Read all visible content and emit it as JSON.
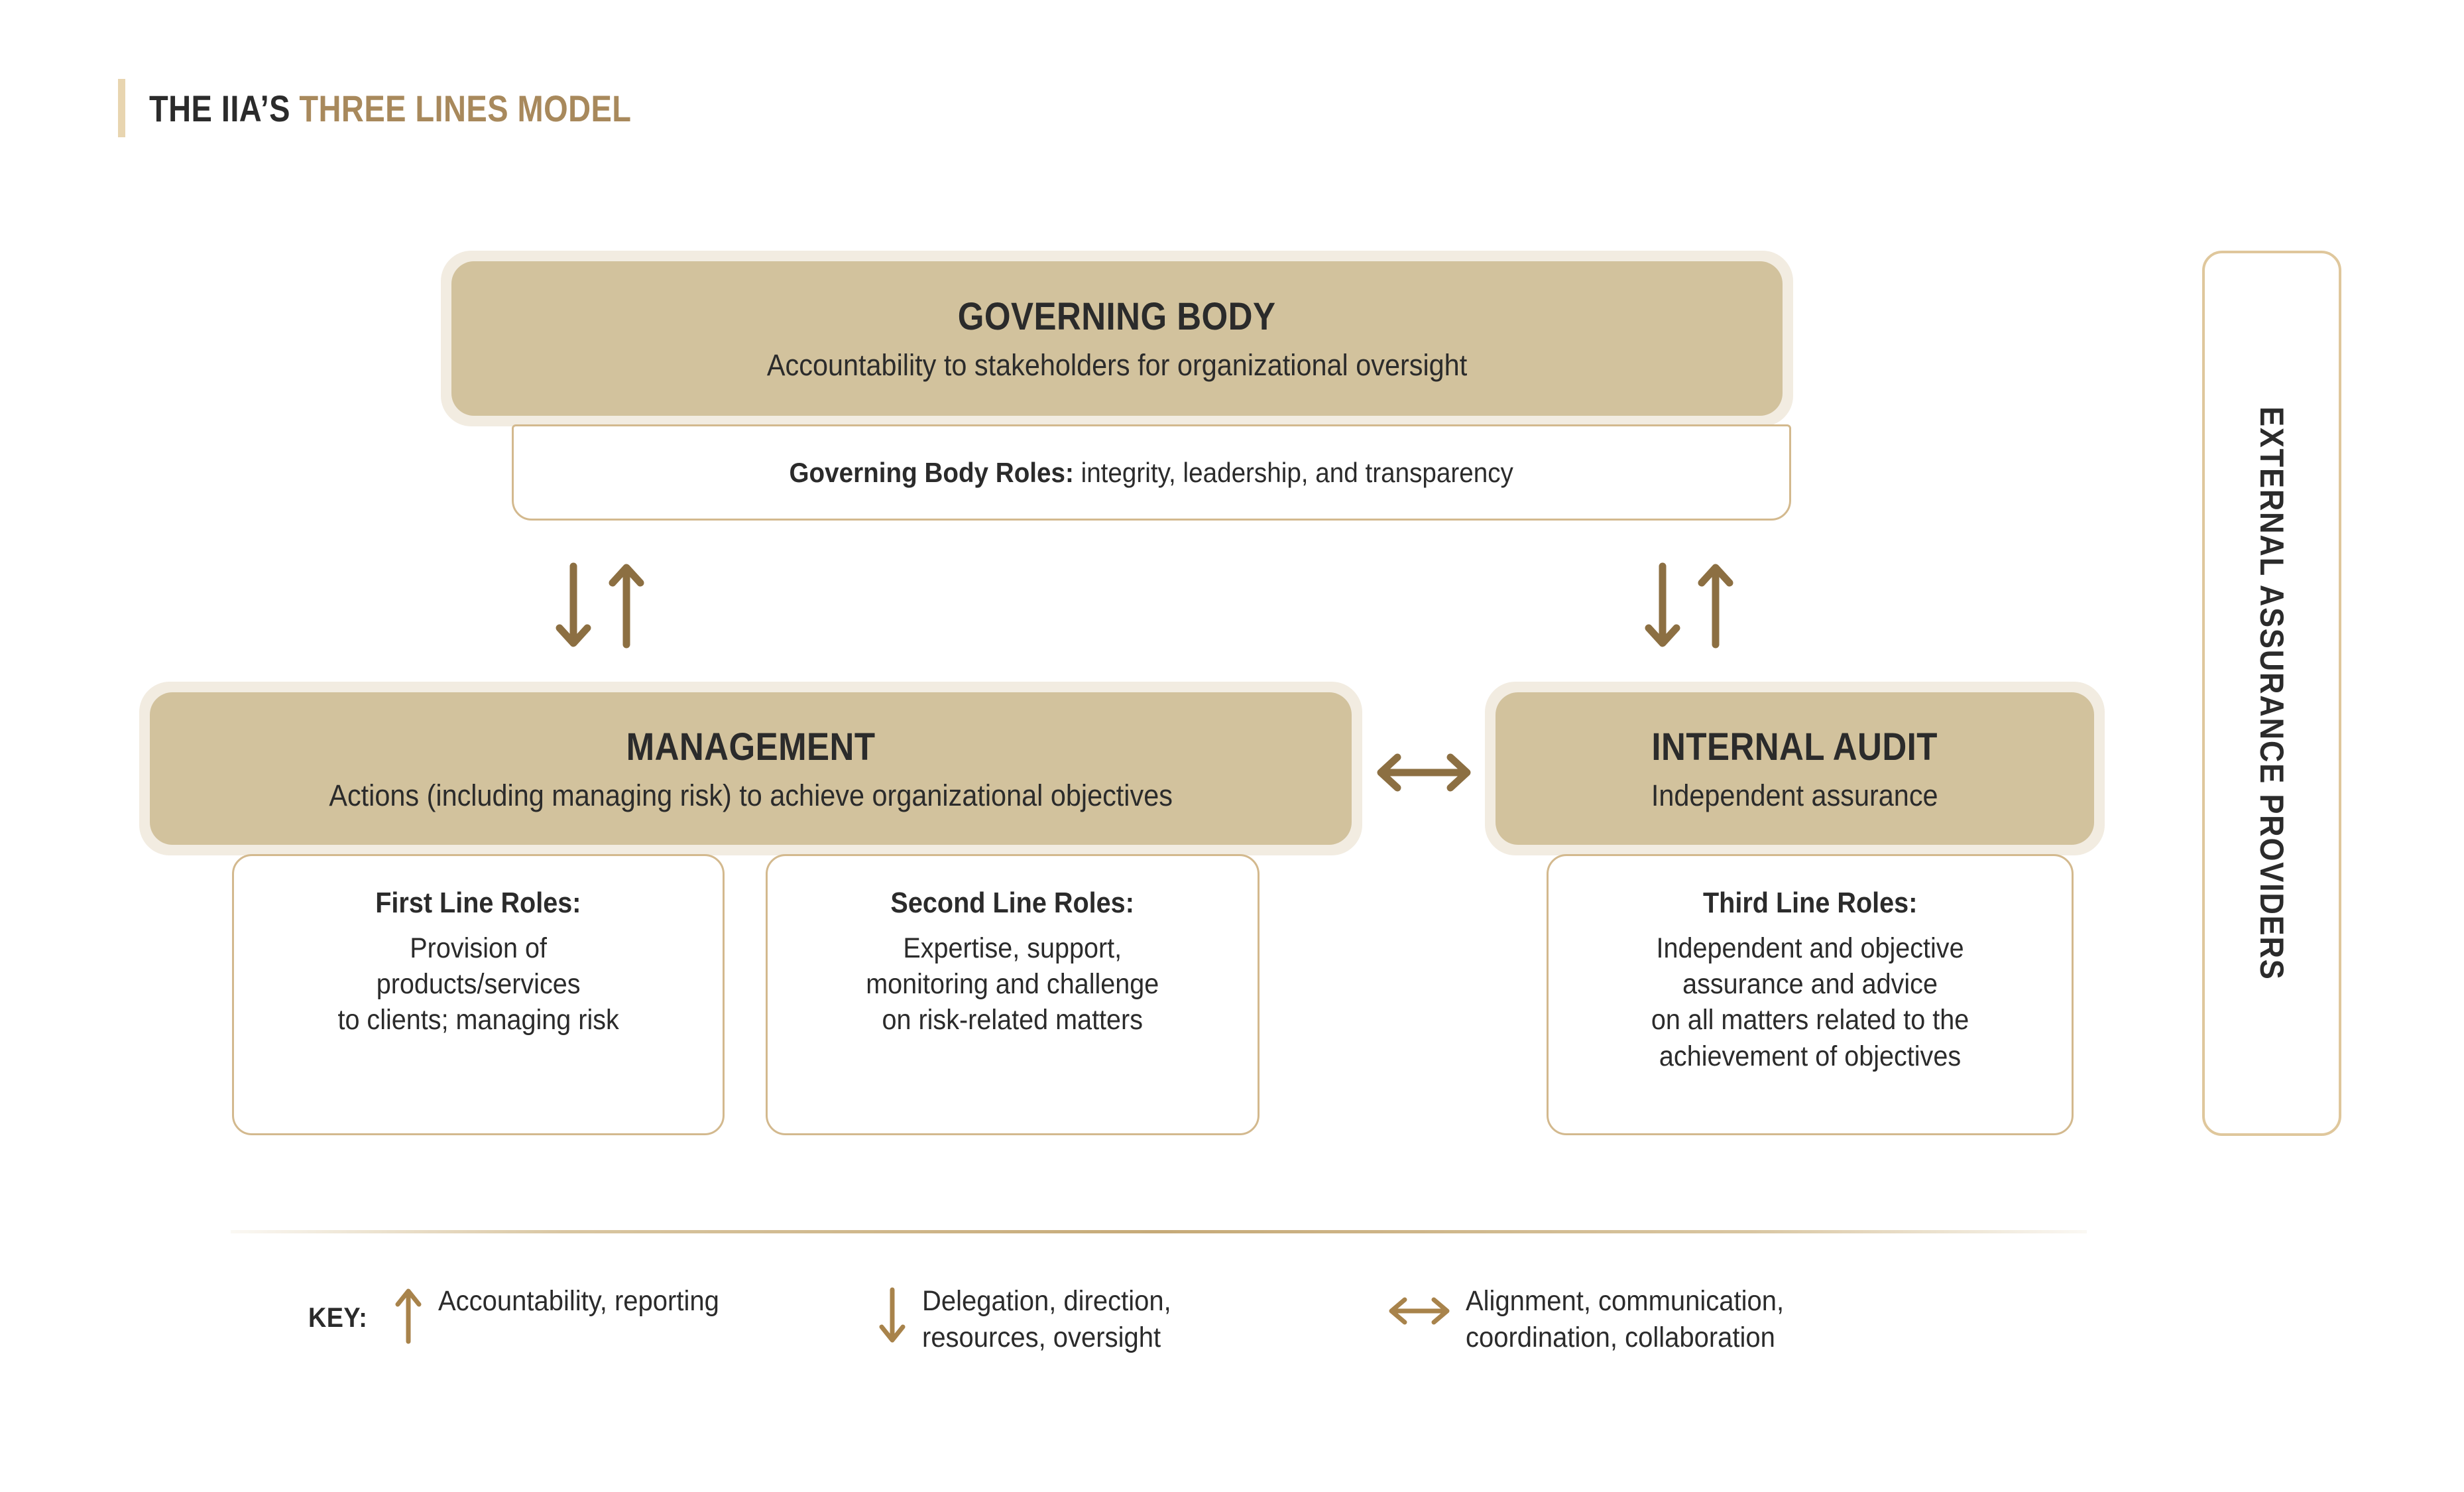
{
  "title": {
    "dark_part": "THE IIA’S ",
    "gold_part": "THREE LINES MODEL",
    "accent_color": "#e8d5b0",
    "dark_color": "#2b2b2b",
    "gold_color": "#a8895c"
  },
  "colors": {
    "panel_fill": "#d2c29d",
    "panel_ring": "#f2ece1",
    "box_border": "#d3b98e",
    "arrow": "#8c6f42",
    "key_arrow": "#a8834b",
    "text": "#2b2b2b"
  },
  "governing_body": {
    "title": "GOVERNING BODY",
    "subtitle": "Accountability to stakeholders for organizational oversight",
    "roles_heading": "Governing Body Roles:",
    "roles_text": " integrity, leadership, and transparency"
  },
  "management": {
    "title": "MANAGEMENT",
    "subtitle": "Actions (including managing risk) to achieve organizational objectives"
  },
  "internal_audit": {
    "title": "INTERNAL AUDIT",
    "subtitle": "Independent assurance"
  },
  "first_line": {
    "heading": "First Line Roles:",
    "body": "Provision of\nproducts/services\nto clients; managing risk"
  },
  "second_line": {
    "heading": "Second Line Roles:",
    "body": "Expertise, support,\nmonitoring and challenge\non risk-related matters"
  },
  "third_line": {
    "heading": "Third Line Roles:",
    "body": "Independent and objective\nassurance and advice\non all matters related to the\nachievement of objectives"
  },
  "external_assurance": {
    "label": "EXTERNAL ASSURANCE PROVIDERS"
  },
  "key": {
    "label": "KEY:",
    "items": [
      {
        "icon": "arrow-up-icon",
        "text": "Accountability, reporting"
      },
      {
        "icon": "arrow-down-icon",
        "text": "Delegation, direction,\nresources, oversight"
      },
      {
        "icon": "arrow-left-right-icon",
        "text": "Alignment, communication,\ncoordination, collaboration"
      }
    ]
  },
  "connectors": {
    "left_pair": "down-up-arrow-pair",
    "right_pair": "down-up-arrow-pair",
    "middle": "left-right-arrow"
  }
}
